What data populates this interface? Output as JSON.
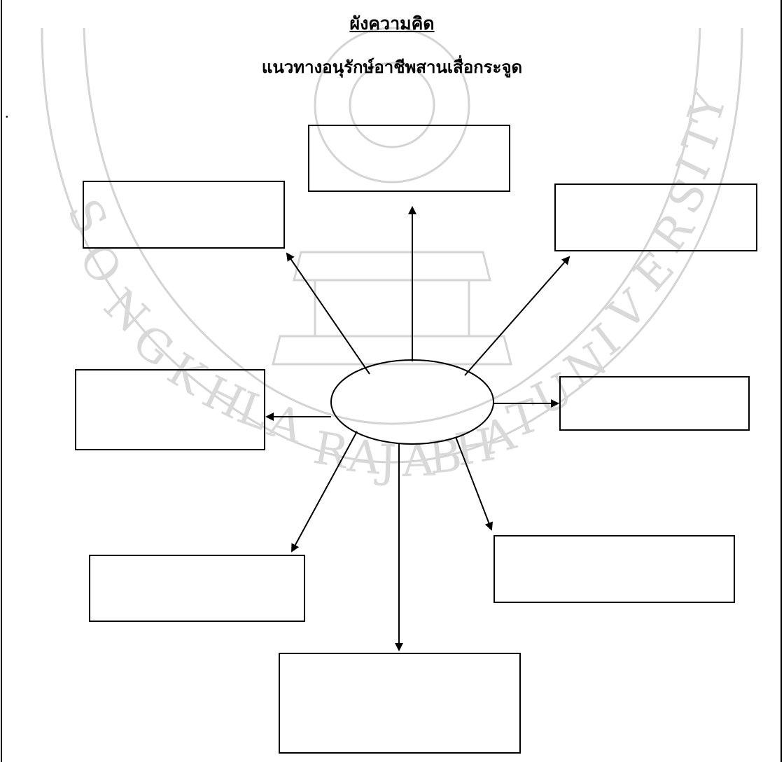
{
  "page": {
    "title": "ผังความคิด",
    "subtitle": "แนวทางอนุรักษ์อาชีพสานเสื่อกระจูด",
    "bullet": "."
  },
  "watermark": {
    "text_left": "SONGKHLA RAJABHAT UNIVERSITY",
    "color": "#cfcfcf"
  },
  "diagram": {
    "center_label": "",
    "boxes": [
      {
        "id": "top",
        "label": ""
      },
      {
        "id": "top-left",
        "label": ""
      },
      {
        "id": "top-right",
        "label": ""
      },
      {
        "id": "left",
        "label": ""
      },
      {
        "id": "right",
        "label": ""
      },
      {
        "id": "bottom-left",
        "label": ""
      },
      {
        "id": "bottom-right",
        "label": ""
      },
      {
        "id": "bottom",
        "label": ""
      }
    ]
  }
}
